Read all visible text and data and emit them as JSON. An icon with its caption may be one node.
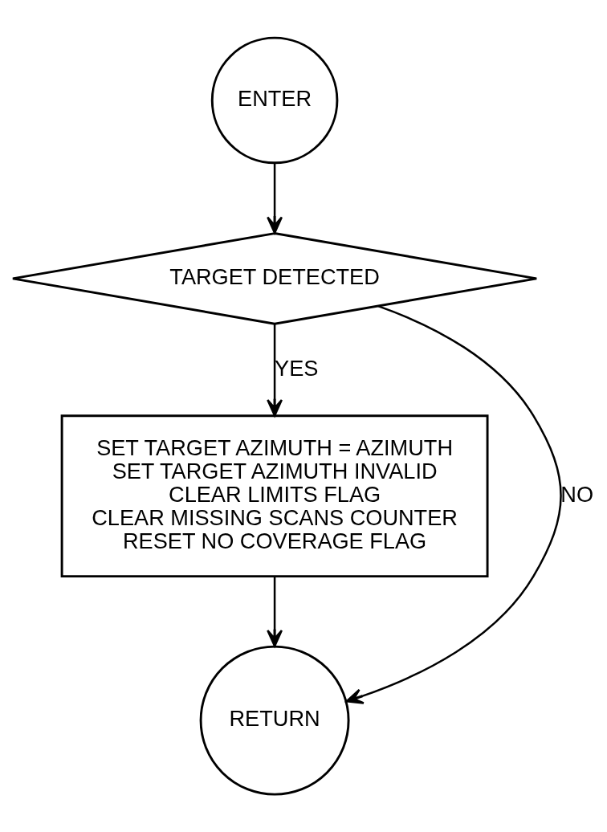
{
  "diagram": {
    "nodes": [
      {
        "text": [
          "ENTER"
        ]
      },
      {
        "text": [
          "TARGET DETECTED"
        ]
      },
      {
        "text": [
          "SET TARGET AZIMUTH = AZIMUTH",
          "SET TARGET AZIMUTH INVALID",
          "CLEAR LIMITS FLAG",
          "CLEAR MISSING SCANS COUNTER",
          "RESET NO COVERAGE FLAG"
        ]
      },
      {
        "text": [
          "RETURN"
        ]
      }
    ],
    "edges": [
      {
        "from": 0,
        "to": 1,
        "arrow": "to"
      },
      {
        "from": 1,
        "to": 2,
        "arrow": "to",
        "label": "YES"
      },
      {
        "from": 2,
        "to": 3,
        "arrow": "to"
      },
      {
        "from": 1,
        "to": 3,
        "arrow": "to",
        "label": "NO"
      }
    ]
  }
}
